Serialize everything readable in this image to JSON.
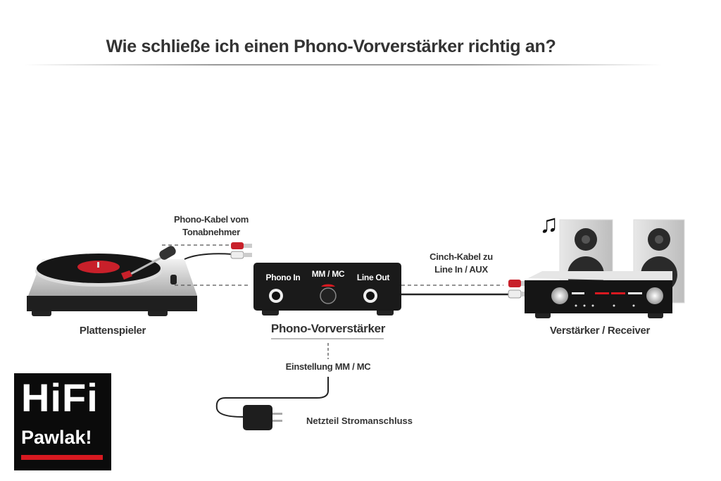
{
  "title": "Wie schließe ich einen Phono-Vorverstärker richtig an?",
  "turntable": {
    "label": "Plattenspieler"
  },
  "phono_cable": {
    "line1": "Phono-Kabel vom",
    "line2": "Tonabnehmer"
  },
  "preamp": {
    "label": "Phono-Vorverstärker",
    "phono_in": "Phono In",
    "mm_mc": "MM / MC",
    "line_out": "Line Out"
  },
  "setting": {
    "label": "Einstellung MM / MC"
  },
  "power": {
    "label": "Netzteil Stromanschluss"
  },
  "cinch_cable": {
    "line1": "Cinch-Kabel zu",
    "line2": "Line In / AUX"
  },
  "amplifier": {
    "label": "Verstärker / Receiver"
  },
  "logo": {
    "line1": "HiFi",
    "line2": "Pawlak!"
  },
  "colors": {
    "accent": "#d71920",
    "dark": "#1c1c1c",
    "text": "#333333"
  }
}
